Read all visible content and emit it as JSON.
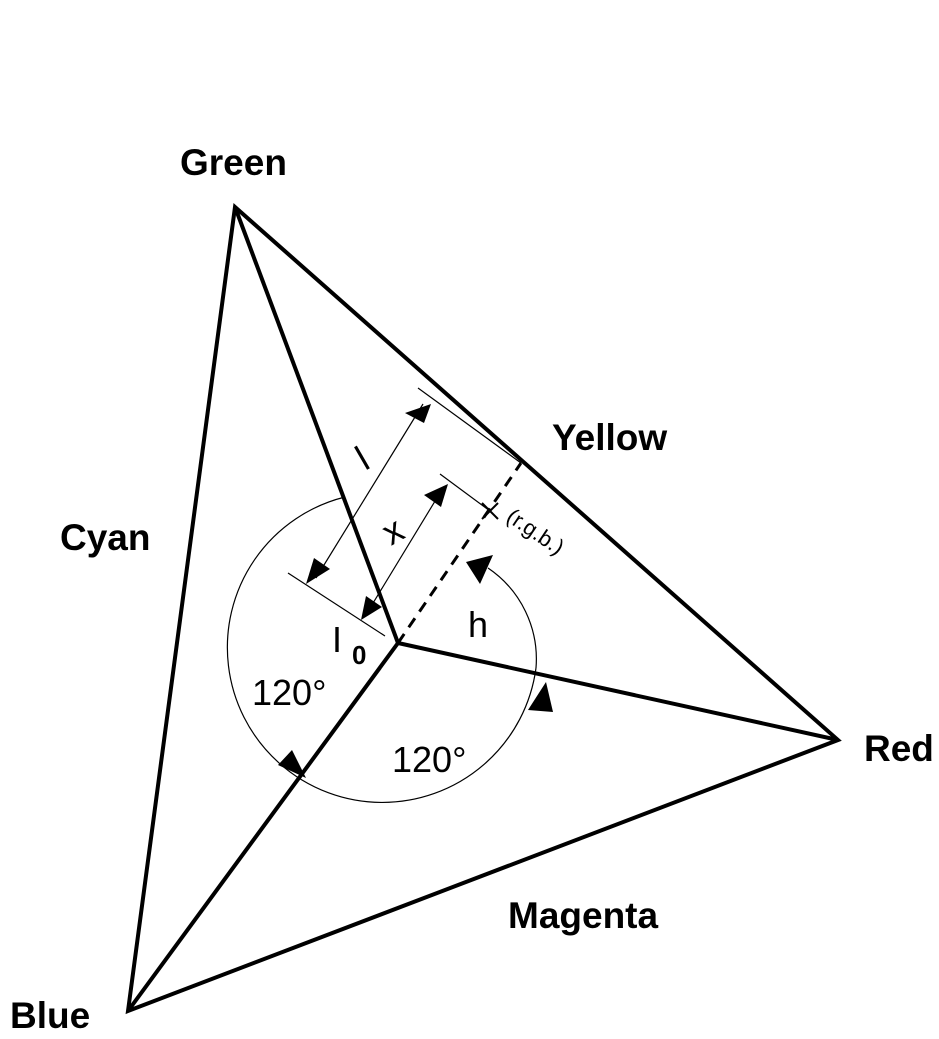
{
  "vertices": {
    "green": "Green",
    "red": "Red",
    "blue": "Blue"
  },
  "edges": {
    "yellow": "Yellow",
    "cyan": "Cyan",
    "magenta": "Magenta"
  },
  "annotations": {
    "angle_left": "120°",
    "angle_bottom": "120°",
    "hue": "h",
    "length_l": "l",
    "length_x": "x",
    "intensity_main": "I",
    "intensity_sub": "0",
    "point": "(r.g.b.)"
  }
}
